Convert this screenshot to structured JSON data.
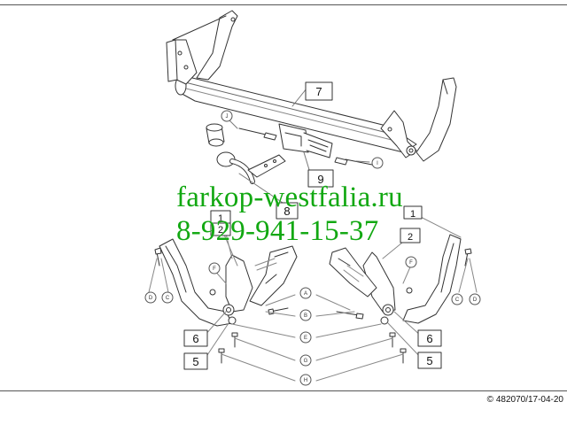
{
  "watermark": {
    "site": "farkop-westfalia.ru",
    "phone": "8-929-941-15-37"
  },
  "copyright": "© 482070/17-04-20",
  "callouts": {
    "c7": "7",
    "c9": "9",
    "c8": "8",
    "c6l": "6",
    "c5l": "5",
    "c6r": "6",
    "c5r": "5",
    "c1l": "1",
    "c2l": "2",
    "c1r": "1",
    "c2r": "2"
  },
  "letters": {
    "J": "J",
    "I": "I",
    "F": "F",
    "D": "D",
    "C": "C",
    "A": "A",
    "B": "B",
    "E": "E",
    "G": "G",
    "H": "H"
  }
}
